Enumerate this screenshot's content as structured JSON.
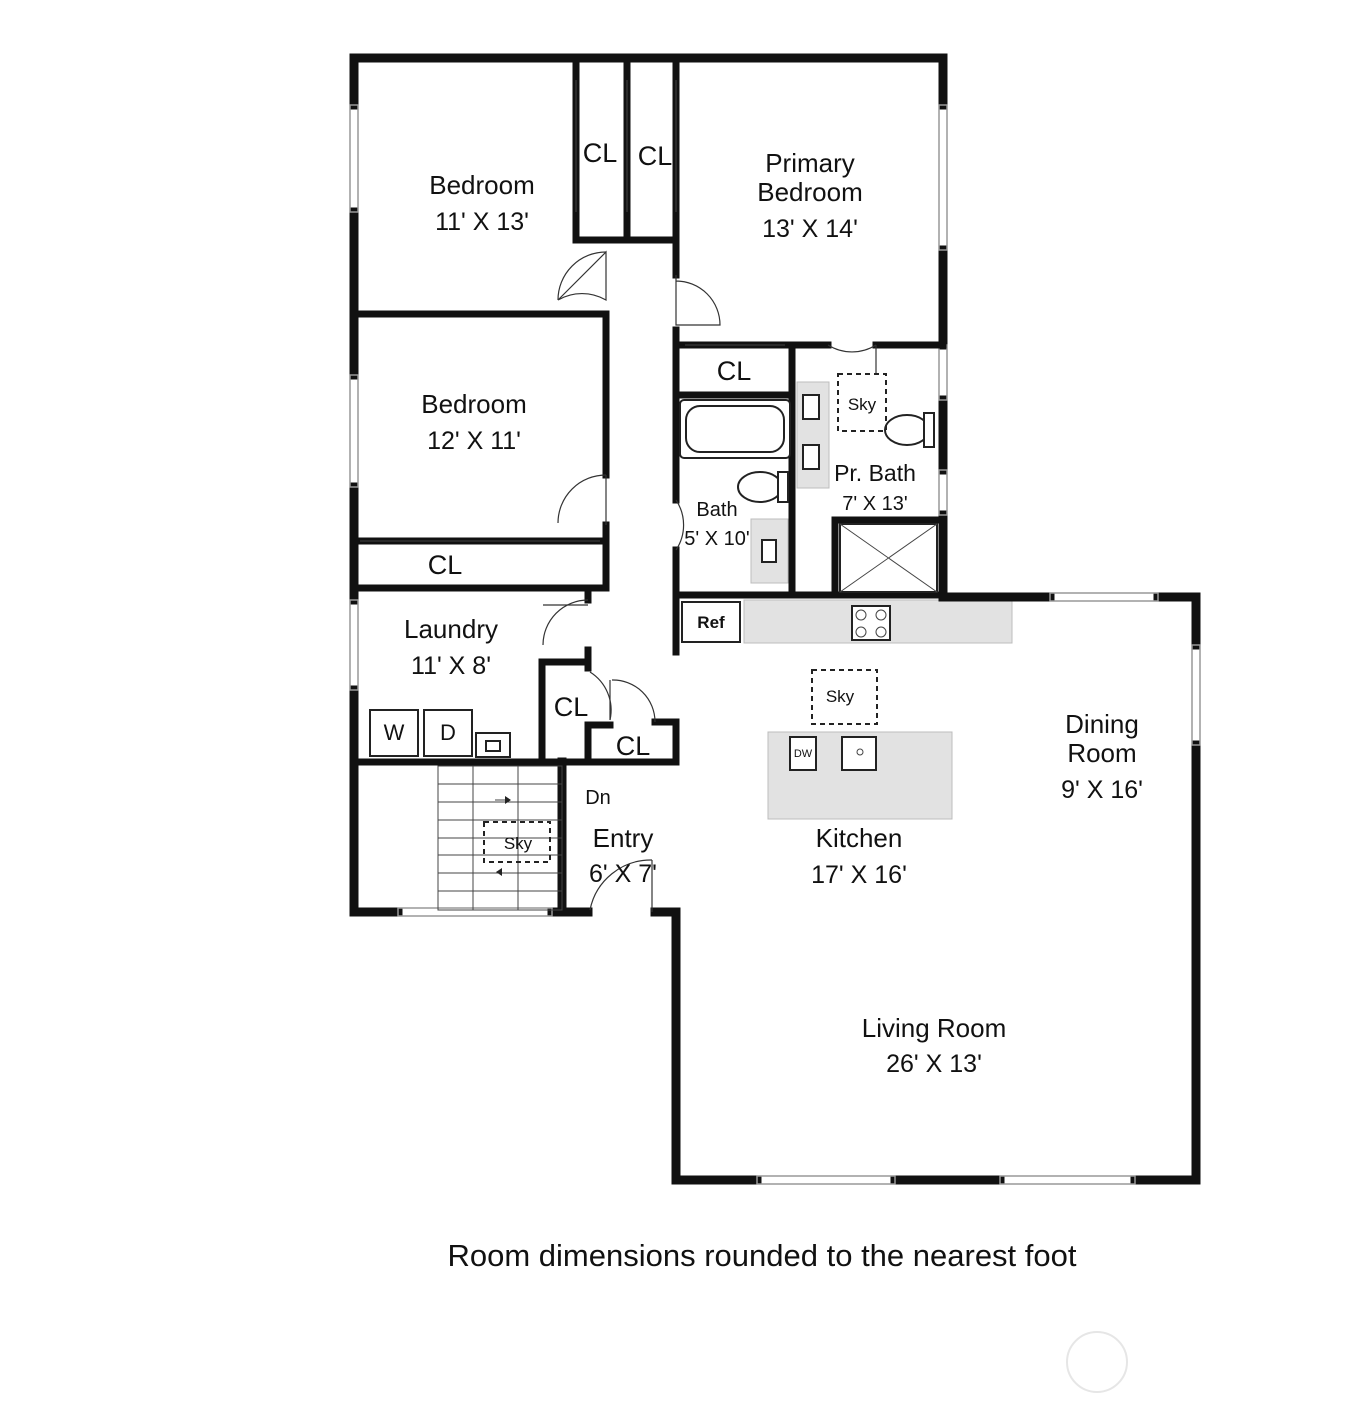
{
  "rooms": {
    "bedroom1": {
      "name": "Bedroom",
      "dim": "11' X 13'"
    },
    "primary": {
      "name_line1": "Primary",
      "name_line2": "Bedroom",
      "dim": "13' X 14'"
    },
    "bedroom2": {
      "name": "Bedroom",
      "dim": "12' X 11'"
    },
    "laundry": {
      "name": "Laundry",
      "dim": "11' X 8'"
    },
    "bath": {
      "name": "Bath",
      "dim": "5' X 10'"
    },
    "pr_bath": {
      "name": "Pr. Bath",
      "dim": "7' X 13'"
    },
    "entry": {
      "name": "Entry",
      "dim": "6' X 7'"
    },
    "kitchen": {
      "name": "Kitchen",
      "dim": "17' X 16'"
    },
    "dining": {
      "name_line1": "Dining",
      "name_line2": "Room",
      "dim": "9' X 16'"
    },
    "living": {
      "name": "Living Room",
      "dim": "26' X 13'"
    }
  },
  "labels": {
    "closet": "CL",
    "skylight": "Sky",
    "refrigerator": "Ref",
    "dishwasher": "DW",
    "washer": "W",
    "dryer": "D",
    "stairs_down": "Dn"
  },
  "caption": "Room dimensions rounded to the nearest foot",
  "colors": {
    "wall": "#111111",
    "counter": "#e2e2e2",
    "window": "#999999",
    "background": "#ffffff"
  }
}
